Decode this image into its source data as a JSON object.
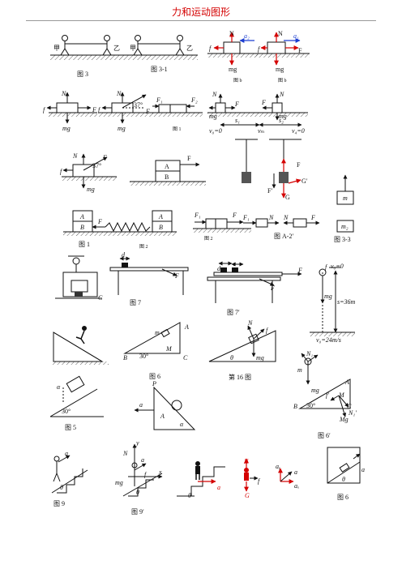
{
  "page": {
    "title": "力和运动图形"
  },
  "captions": {
    "fig3": "图 3",
    "fig3_1": "图 3-1",
    "fig_b1": "图 b",
    "fig_b2": "图 b",
    "fig1a": "图 1",
    "fig1b": "图 1",
    "fig2": "图 2",
    "fig2b": "图 2",
    "figA2": "图 A-2′",
    "fig3_3": "图 3-3",
    "fig7": "图 7",
    "fig7p": "图 7′",
    "fig6": "图 6",
    "fig16": "第 16 图",
    "fig5": "图 5",
    "fig6p": "图 6′",
    "fig9": "图 9",
    "fig9p": "图 9′",
    "fig6b": "图 6"
  },
  "labels": {
    "jia": "甲",
    "yi": "乙",
    "N": "N",
    "F": "F",
    "f": "f",
    "mg": "mg",
    "G": "G",
    "a": "a",
    "a1": "a₁",
    "a2": "a₂",
    "angle37": "37°",
    "angle30": "30°",
    "F1": "F₁",
    "F2": "F₂",
    "A": "A",
    "B": "B",
    "C": "C",
    "M": "M",
    "m": "m",
    "m2": "m₂",
    "P": "P",
    "v0zero": "v₀=0",
    "vm": "vₘ",
    "v4zero": "v₄=0",
    "s1": "s₁",
    "s2": "s₂",
    "Fprime": "F′",
    "Gprime": "G′",
    "v0eq0": "v₀=0",
    "s36": "s=36m",
    "v24": "v₀=24m/s",
    "N1": "N₁",
    "N1p": "N₁′",
    "Mg": "Mg",
    "fp": "f′",
    "d": "d",
    "s": "s",
    "theta": "θ",
    "alpha": "α",
    "ax": "aₓ",
    "ay": "aᵧ",
    "x": "x",
    "y": "y"
  },
  "colors": {
    "title": "#d40000",
    "force_red": "#d40000",
    "accel_blue": "#1a3cd0",
    "ink": "#111111"
  }
}
